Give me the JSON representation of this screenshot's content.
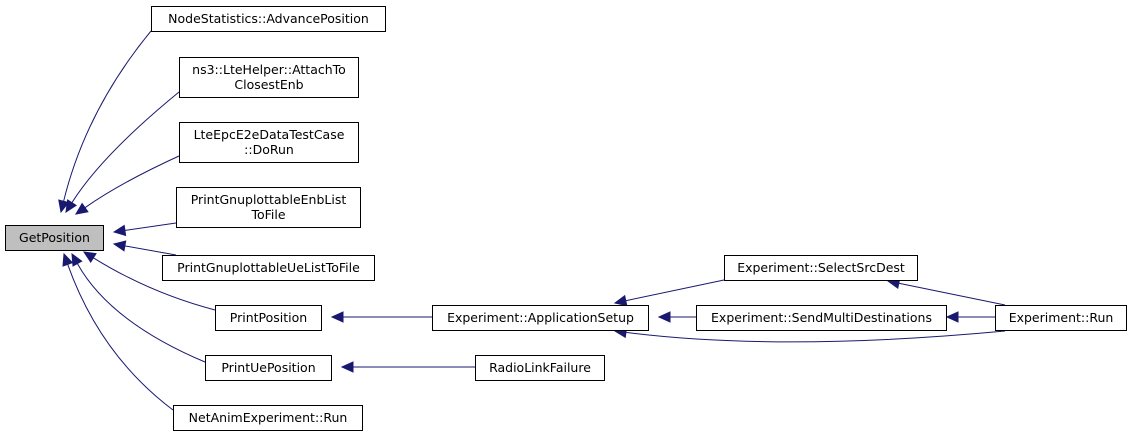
{
  "graph": {
    "nodes": {
      "getpos": {
        "lines": [
          "GetPosition"
        ],
        "root": true
      },
      "nodestats": {
        "lines": [
          "NodeStatistics::AdvancePosition"
        ]
      },
      "attach": {
        "lines": [
          "ns3::LteHelper::AttachTo",
          "ClosestEnb"
        ]
      },
      "lteepc": {
        "lines": [
          "LteEpcE2eDataTestCase",
          "::DoRun"
        ]
      },
      "enblist": {
        "lines": [
          "PrintGnuplottableEnbList",
          "ToFile"
        ]
      },
      "uelist": {
        "lines": [
          "PrintGnuplottableUeListToFile"
        ]
      },
      "printpos": {
        "lines": [
          "PrintPosition"
        ]
      },
      "printuepos": {
        "lines": [
          "PrintUePosition"
        ]
      },
      "netanim": {
        "lines": [
          "NetAnimExperiment::Run"
        ]
      },
      "appsetup": {
        "lines": [
          "Experiment::ApplicationSetup"
        ]
      },
      "radiolink": {
        "lines": [
          "RadioLinkFailure"
        ]
      },
      "selectsrc": {
        "lines": [
          "Experiment::SelectSrcDest"
        ]
      },
      "sendmulti": {
        "lines": [
          "Experiment::SendMultiDestinations"
        ]
      },
      "exprun": {
        "lines": [
          "Experiment::Run"
        ]
      }
    },
    "edges": [
      {
        "from": "nodestats",
        "to": "getpos"
      },
      {
        "from": "attach",
        "to": "getpos"
      },
      {
        "from": "lteepc",
        "to": "getpos"
      },
      {
        "from": "enblist",
        "to": "getpos"
      },
      {
        "from": "uelist",
        "to": "getpos"
      },
      {
        "from": "printpos",
        "to": "getpos"
      },
      {
        "from": "printuepos",
        "to": "getpos"
      },
      {
        "from": "netanim",
        "to": "getpos"
      },
      {
        "from": "appsetup",
        "to": "printpos"
      },
      {
        "from": "radiolink",
        "to": "printuepos"
      },
      {
        "from": "selectsrc",
        "to": "appsetup"
      },
      {
        "from": "sendmulti",
        "to": "appsetup"
      },
      {
        "from": "exprun",
        "to": "appsetup"
      },
      {
        "from": "exprun",
        "to": "selectsrc"
      },
      {
        "from": "exprun",
        "to": "sendmulti"
      }
    ]
  }
}
